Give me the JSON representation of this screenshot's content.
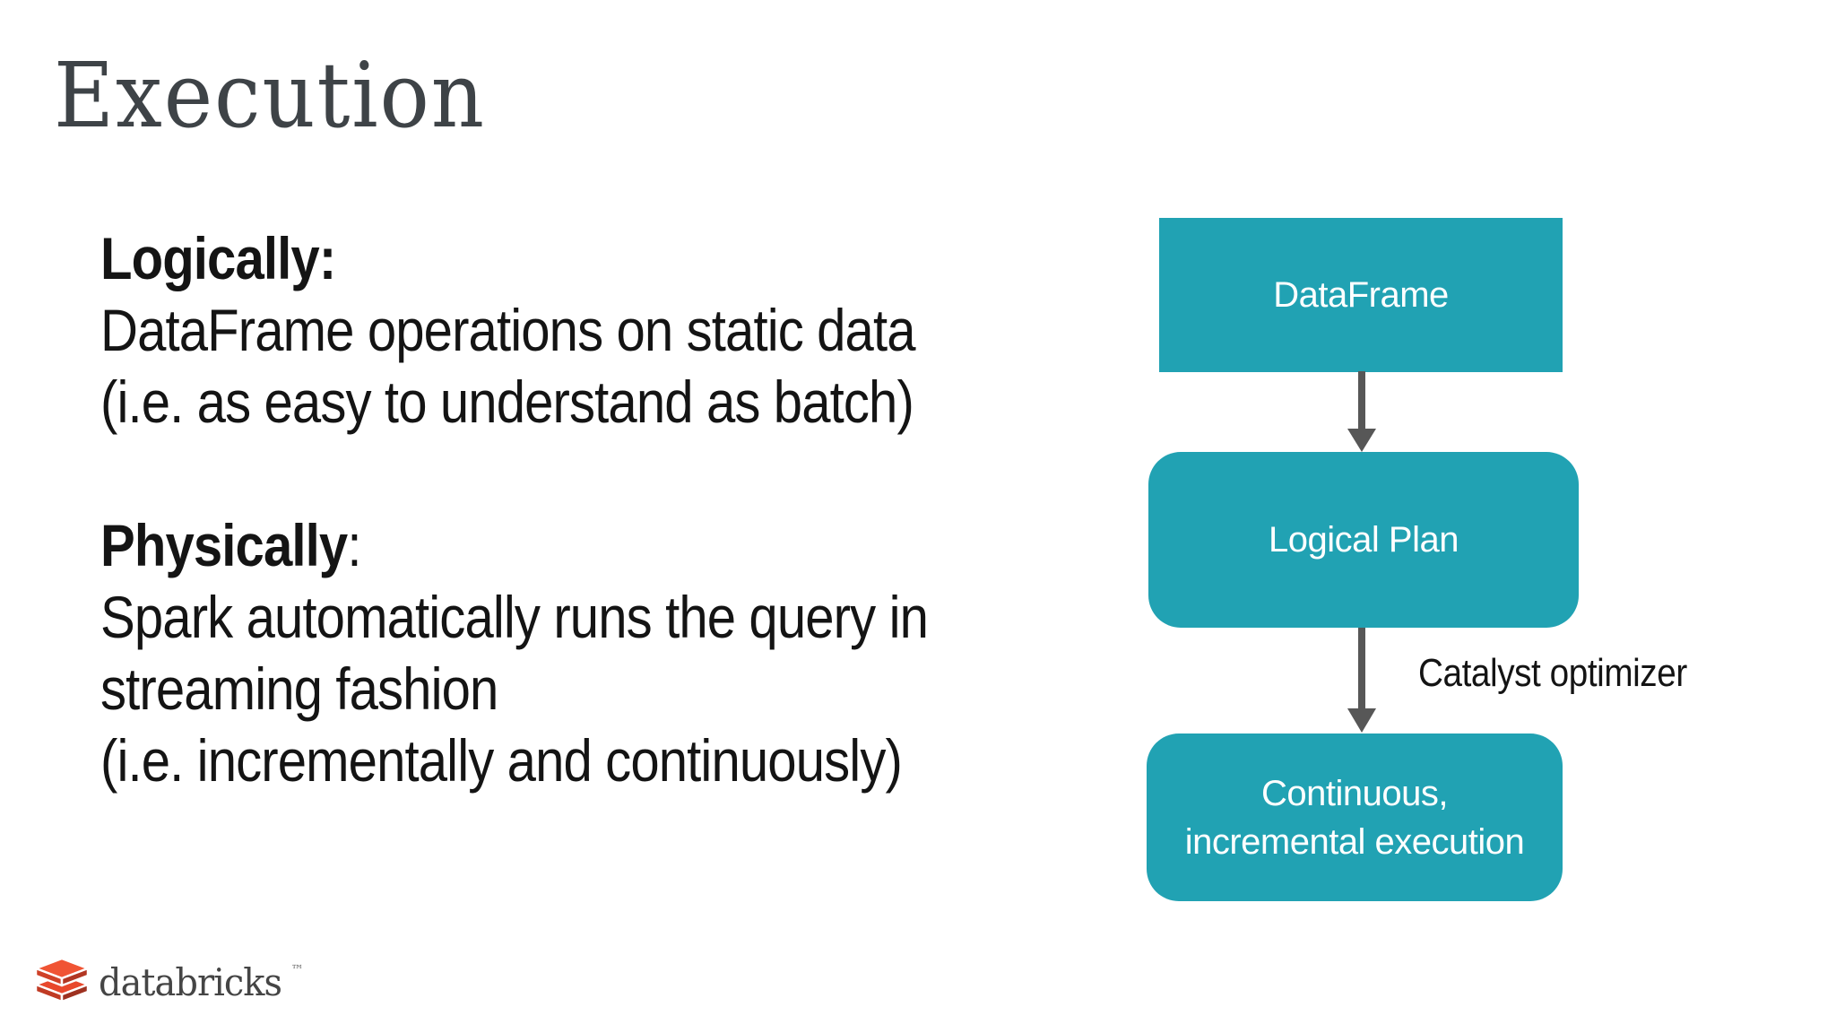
{
  "slide": {
    "title": "Execution"
  },
  "body": {
    "sections": [
      {
        "heading": "Logically:",
        "colon": "",
        "lines": [
          "DataFrame operations on static data",
          "(i.e. as easy to understand as batch)"
        ]
      },
      {
        "heading": "Physically",
        "colon": ":",
        "lines": [
          "Spark automatically runs the query in",
          "streaming fashion",
          "(i.e. incrementally and continuously)"
        ]
      }
    ]
  },
  "diagram": {
    "nodes": [
      {
        "id": "dataframe",
        "label": "DataFrame",
        "shape": "rectangle"
      },
      {
        "id": "logical-plan",
        "label": "Logical Plan",
        "shape": "rounded-rectangle"
      },
      {
        "id": "continuous-incremental-execution",
        "label_line1": "Continuous,",
        "label_line2": "incremental execution",
        "shape": "rounded-rectangle"
      }
    ],
    "edges": [
      {
        "from": "dataframe",
        "to": "logical-plan",
        "label": ""
      },
      {
        "from": "logical-plan",
        "to": "continuous-incremental-execution",
        "label": "Catalyst optimizer"
      }
    ],
    "colors": {
      "node_fill": "#21A2B3",
      "node_text": "#FFFFFF",
      "arrow": "#575757"
    },
    "icons": {
      "arrow": "arrow-down-icon"
    }
  },
  "footer": {
    "brand": "databricks",
    "trademark": "™"
  },
  "colors": {
    "background": "#FFFFFF",
    "title": "#3E4347",
    "body_text": "#141414",
    "logo_orange_top": "#F05434",
    "logo_red_front": "#C03B24"
  }
}
